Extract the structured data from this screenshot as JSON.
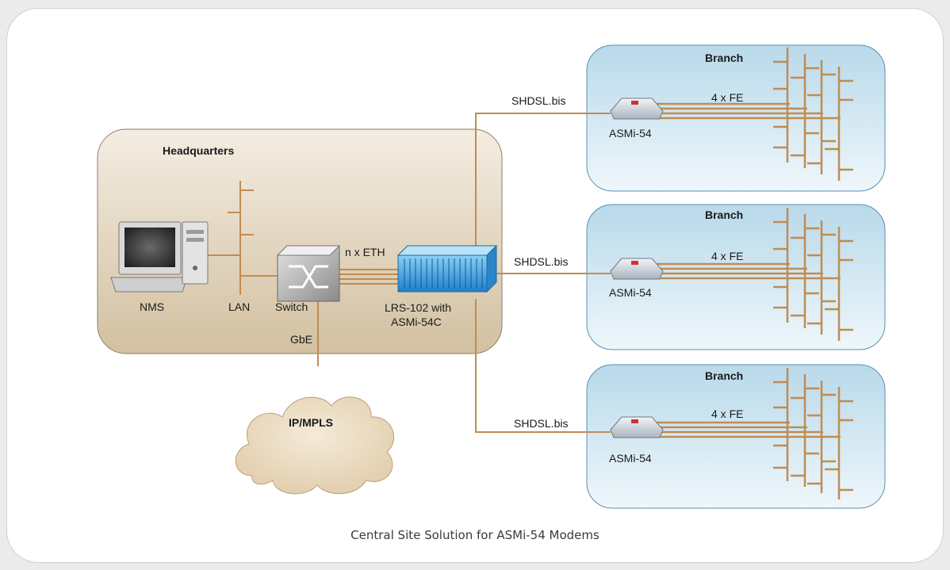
{
  "diagram": {
    "caption": "Central Site Solution for ASMi-54 Modems",
    "headquarters": {
      "title": "Headquarters",
      "nms_label": "NMS",
      "lan_label": "LAN",
      "switch_label": "Switch",
      "eth_link_label": "n x ETH",
      "lrs_label_line1": "LRS-102 with",
      "lrs_label_line2": "ASMi-54C",
      "gbe_label": "GbE"
    },
    "cloud_label": "IP/MPLS",
    "branches": [
      {
        "title": "Branch",
        "modem_label": "ASMi-54",
        "fe_label": "4 x FE",
        "link_label": "SHDSL.bis"
      },
      {
        "title": "Branch",
        "modem_label": "ASMi-54",
        "fe_label": "4 x FE",
        "link_label": "SHDSL.bis"
      },
      {
        "title": "Branch",
        "modem_label": "ASMi-54",
        "fe_label": "4 x FE",
        "link_label": "SHDSL.bis"
      }
    ],
    "colors": {
      "hq_fill": "#dccdb3",
      "branch_fill": "#d8ebf4",
      "link": "#c08c52",
      "device_blue": "#3a9ad9"
    }
  }
}
